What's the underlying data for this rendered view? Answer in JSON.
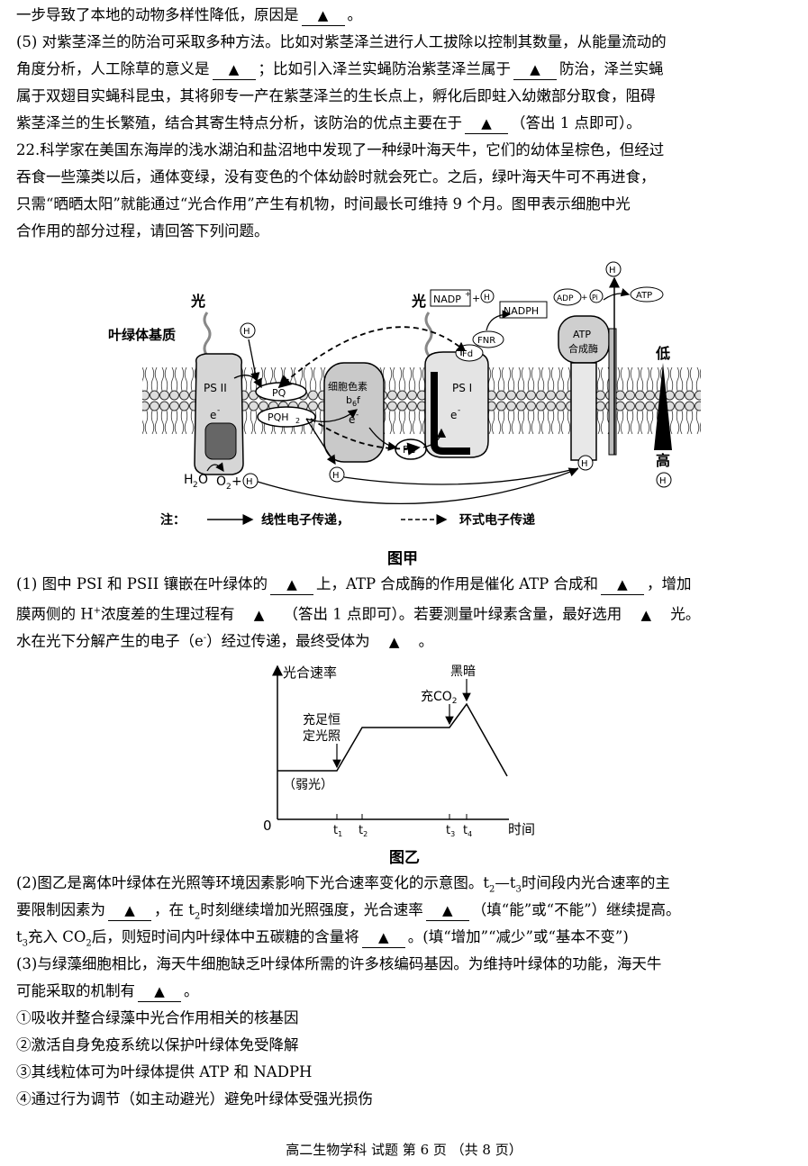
{
  "tri": "▲",
  "q21": {
    "l1a": "一步导致了本地的动物多样性降低，原因是",
    "l1b": "。",
    "l2": "(5) 对紫茎泽兰的防治可采取多种方法。比如对紫茎泽兰进行人工拔除以控制其数量，从能量流动的",
    "l3a": "角度分析，人工除草的意义是",
    "l3b": "；比如引入泽兰实蝇防治紫茎泽兰属于",
    "l3c": "防治，泽兰实蝇",
    "l4": "属于双翅目实蝇科昆虫，其将卵专一产在紫茎泽兰的生长点上，孵化后即蛀入幼嫩部分取食，阻碍",
    "l5a": "紫茎泽兰的生长繁殖，结合其寄生特点分析，该防治的优点主要在于",
    "l5b": "（答出 1 点即可）。"
  },
  "q22": {
    "l1": "22.科学家在美国东海岸的浅水湖泊和盐沼地中发现了一种绿叶海天牛，它们的幼体呈棕色，但经过",
    "l2": "吞食一些藻类以后，通体变绿，没有变色的个体幼龄时就会死亡。之后，绿叶海天牛可不再进食，",
    "l3": "只需“晒晒太阳”就能通过“光合作用”产生有机物，时间最长可维持 9 个月。图甲表示细胞中光",
    "l4": "合作用的部分过程，请回答下列问题。"
  },
  "figA": {
    "title": "图甲",
    "stroma": "叶绿体基质",
    "light": "光",
    "ps2": "PS II",
    "ps1": "PS I",
    "e": "e",
    "eminus": "-",
    "pq": "PQ",
    "pqh2": "PQH",
    "sub2": "2",
    "cyt1": "细胞色素",
    "cyt2": "b",
    "cyt2sub": "6",
    "cyt2end": "f",
    "pc": "PC",
    "fd": "Fd",
    "fnr": "FNR",
    "nadp": "NADP",
    "plus": "+",
    "nadph": "NADPH",
    "adp": "ADP",
    "pi": "Pi",
    "atp": "ATP",
    "atpase1": "ATP",
    "atpase2": "合成酶",
    "h": "H",
    "low": "低",
    "high": "高",
    "h2o": "H",
    "h2o_end": "O",
    "o2": "O",
    "o2plus": "+",
    "note": "注：",
    "linear": "线性电子传递，",
    "cyclic": "环式电子传递"
  },
  "q22_1": {
    "l1a": "(1) 图中 PSI 和 PSII 镶嵌在叶绿体的",
    "l1b": "上，ATP 合成酶的作用是催化 ATP 合成和",
    "l1c": "，增加",
    "l2a": "膜两侧的 H",
    "l2sup": "+",
    "l2b": "浓度差的生理过程有",
    "l2c": "（答出 1 点即可）。若要测量叶绿素含量，最好选用",
    "l2d": "光。",
    "l3a": "水在光下分解产生的电子（e",
    "l3sup": "-",
    "l3b": "）经过传递，最终受体为",
    "l3c": "。"
  },
  "figB": {
    "title": "图乙",
    "ylabel": "光合速率",
    "xlabel": "时间",
    "origin": "0",
    "weak": "（弱光）",
    "strong1": "充足恒",
    "strong2": "定光照",
    "co2": "充CO",
    "co2sub": "2",
    "dark": "黑暗",
    "t": "t",
    "t1": "1",
    "t2": "2",
    "t3": "3",
    "t4": "4"
  },
  "q22_2": {
    "l1a": "(2)图乙是离体叶绿体在光照等环境因素影响下光合速率变化的示意图。t",
    "l1s1": "2",
    "l1b": "—t",
    "l1s2": "3",
    "l1c": "时间段内光合速率的主",
    "l2a": "要限制因素为",
    "l2b": "，在 t",
    "l2s": "2",
    "l2c": "时刻继续增加光照强度，光合速率",
    "l2d": "（填“能”或“不能”）继续提高。",
    "l3a": "t",
    "l3s1": "3",
    "l3b": "充入 CO",
    "l3s2": "2",
    "l3c": "后，则短时间内叶绿体中五碳糖的含量将",
    "l3d": "。(填“增加”“减少”或“基本不变”)"
  },
  "q22_3": {
    "l1": "(3)与绿藻细胞相比，海天牛细胞缺乏叶绿体所需的许多核编码基因。为维持叶绿体的功能，海天牛",
    "l2a": "可能采取的机制有",
    "l2b": "。",
    "o1": "①吸收并整合绿藻中光合作用相关的核基因",
    "o2": "②激活自身免疫系统以保护叶绿体免受降解",
    "o3": "③其线粒体可为叶绿体提供 ATP 和 NADPH",
    "o4": "④通过行为调节（如主动避光）避免叶绿体受强光损伤"
  },
  "footer": "高二生物学科 试题 第 6 页 （共 8 页）"
}
